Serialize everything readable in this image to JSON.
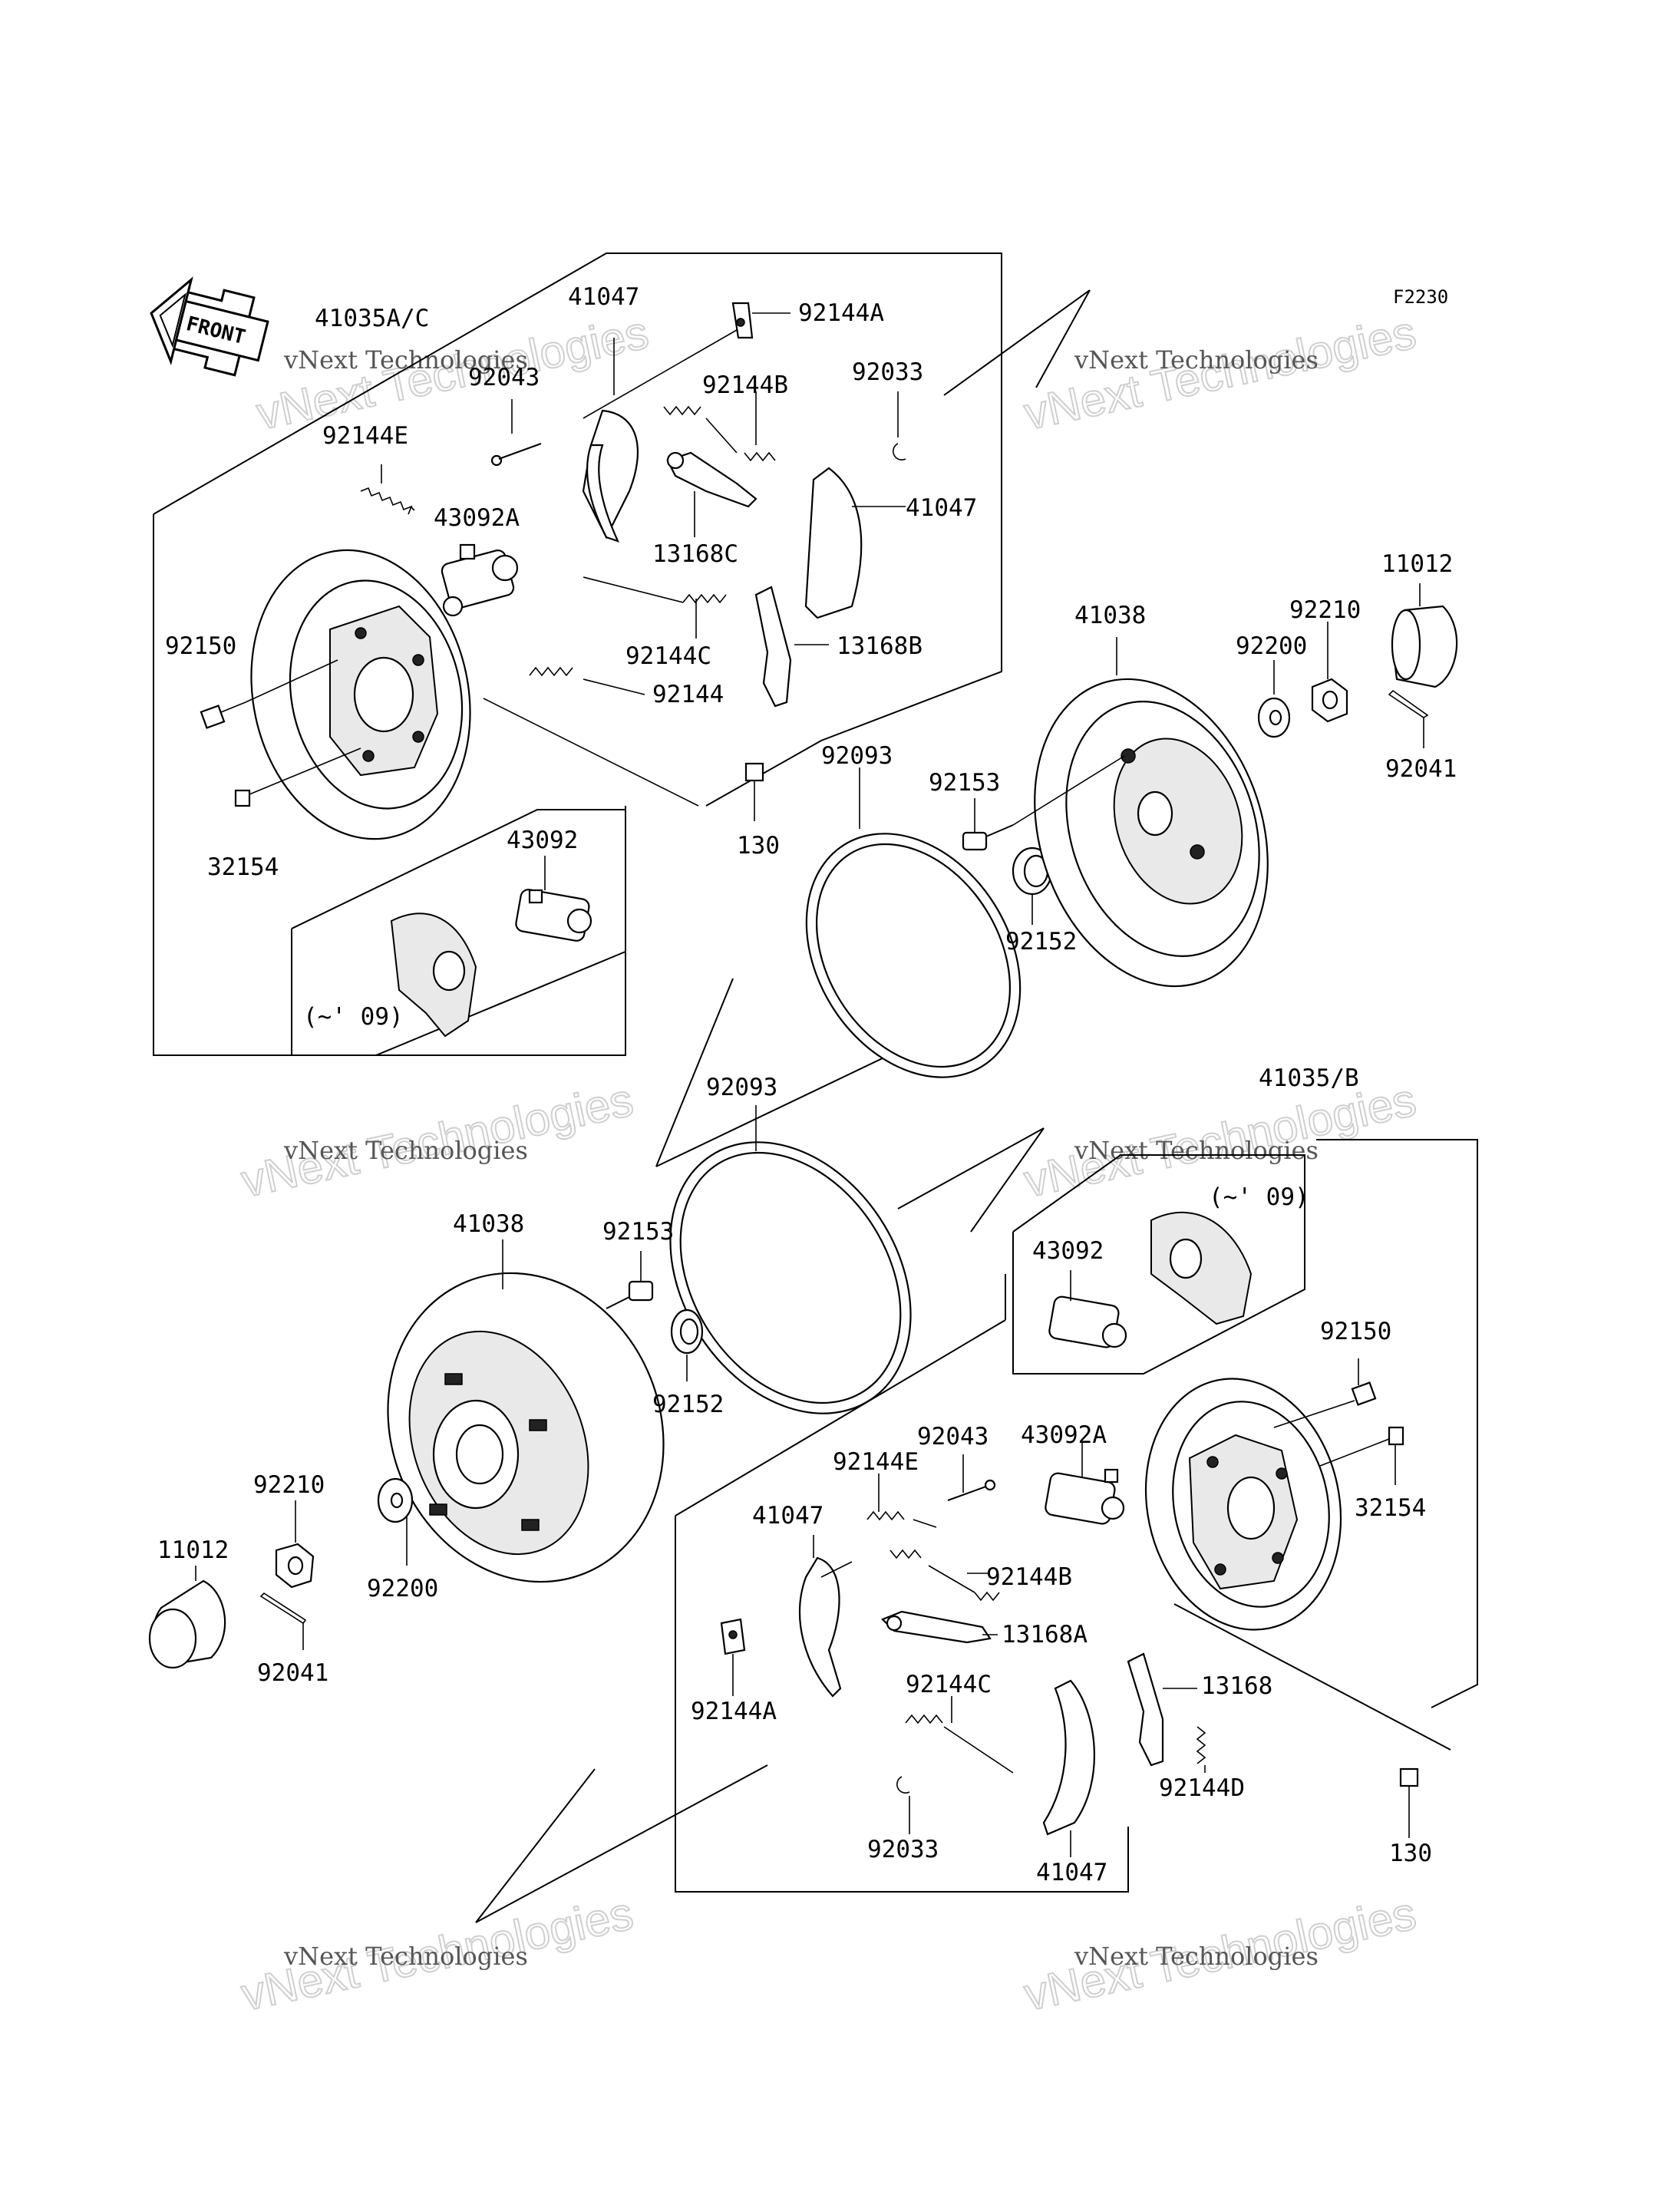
{
  "figure_code": "F2230",
  "front_label": "FRONT",
  "labels": {
    "r_41035AC": "41035A/C",
    "r_41047_top": "41047",
    "r_92144A": "92144A",
    "r_92043": "92043",
    "r_92144B": "92144B",
    "r_92033": "92033",
    "r_92144E": "92144E",
    "r_41047_right": "41047",
    "r_43092A": "43092A",
    "r_13168C": "13168C",
    "r_92150": "92150",
    "r_92144C": "92144C",
    "r_13168B": "13168B",
    "r_92144": "92144",
    "r_11012": "11012",
    "r_41038": "41038",
    "r_92210": "92210",
    "r_92200": "92200",
    "r_92041": "92041",
    "r_92093": "92093",
    "r_92153": "92153",
    "r_130": "130",
    "r_32154": "32154",
    "r_43092": "43092",
    "r_09": "(~' 09)",
    "r_92152": "92152",
    "l_92093": "92093",
    "l_41035B": "41035/B",
    "l_09": "(~' 09)",
    "l_41038": "41038",
    "l_92153": "92153",
    "l_43092": "43092",
    "l_92150": "92150",
    "l_92152": "92152",
    "l_92043": "92043",
    "l_43092A": "43092A",
    "l_92144E": "92144E",
    "l_92210": "92210",
    "l_32154": "32154",
    "l_41047_top": "41047",
    "l_11012": "11012",
    "l_92144B": "92144B",
    "l_92200": "92200",
    "l_13168A": "13168A",
    "l_92041": "92041",
    "l_92144C": "92144C",
    "l_13168": "13168",
    "l_92144A": "92144A",
    "l_92144D": "92144D",
    "l_92033": "92033",
    "l_130": "130",
    "l_41047_bottom": "41047"
  },
  "watermark": {
    "line1": "vNext Technologies",
    "big": "vNext Technologies"
  }
}
